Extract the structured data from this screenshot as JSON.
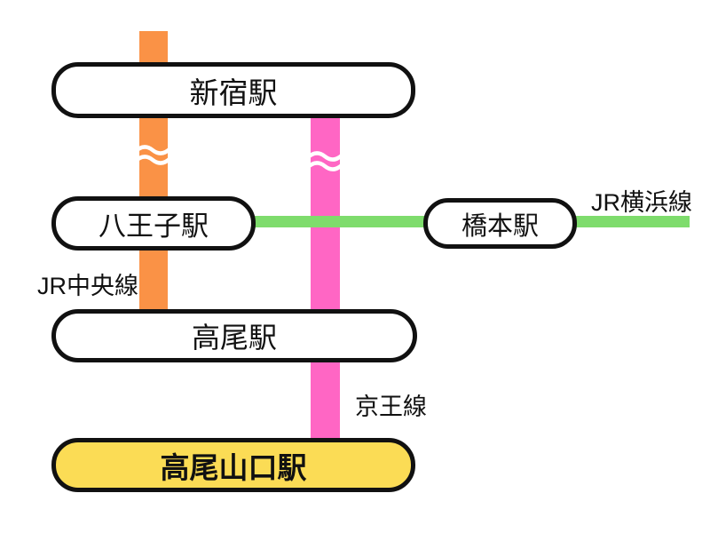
{
  "stations": [
    {
      "id": "shinjuku",
      "label": "新宿駅",
      "highlighted": false
    },
    {
      "id": "hachioji",
      "label": "八王子駅",
      "highlighted": false
    },
    {
      "id": "hashimoto",
      "label": "橋本駅",
      "highlighted": false
    },
    {
      "id": "takao",
      "label": "高尾駅",
      "highlighted": false
    },
    {
      "id": "takaosanguchi",
      "label": "高尾山口駅",
      "highlighted": true
    }
  ],
  "lines": [
    {
      "id": "jr-chuo",
      "label": "JR中央線",
      "color": "#FA9246",
      "orientation": "vertical"
    },
    {
      "id": "jr-yokohama",
      "label": "JR横浜線",
      "color": "#7EDC6C",
      "orientation": "horizontal"
    },
    {
      "id": "keio",
      "label": "京王線",
      "color": "#FF66C4",
      "orientation": "vertical"
    }
  ],
  "colors": {
    "background": "#FFFFFF",
    "station_fill": "#FFFFFF",
    "station_border": "#111111",
    "highlight_fill": "#FBDC55",
    "text": "#111111"
  }
}
